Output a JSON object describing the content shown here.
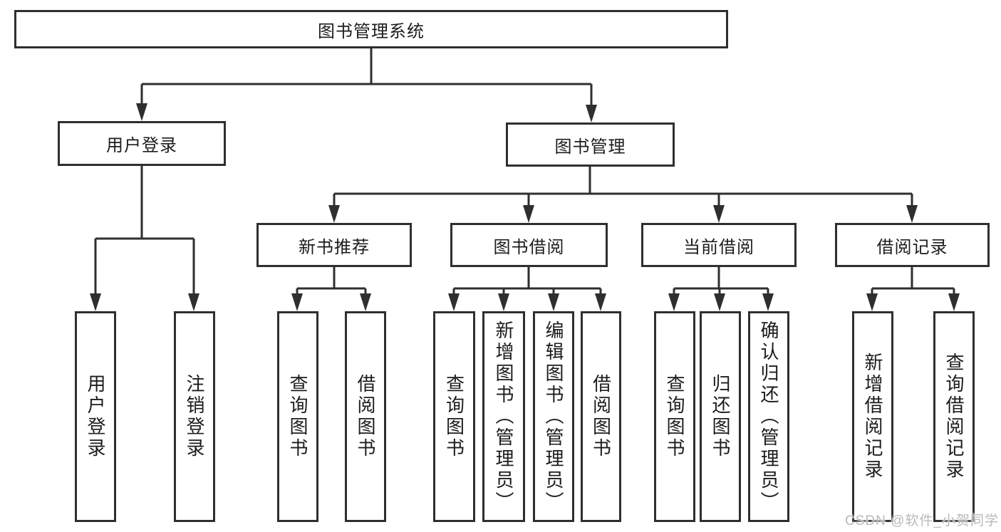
{
  "diagram_type": "hierarchy-tree",
  "tree": {
    "label": "图书管理系统",
    "children": [
      {
        "label": "用户登录",
        "children": [
          {
            "label": "用户登录"
          },
          {
            "label": "注销登录"
          }
        ]
      },
      {
        "label": "图书管理",
        "children": [
          {
            "label": "新书推荐",
            "children": [
              {
                "label": "查询图书"
              },
              {
                "label": "借阅图书"
              }
            ]
          },
          {
            "label": "图书借阅",
            "children": [
              {
                "label": "查询图书"
              },
              {
                "label": "新增图书（管理员）"
              },
              {
                "label": "编辑图书（管理员）"
              },
              {
                "label": "借阅图书"
              }
            ]
          },
          {
            "label": "当前借阅",
            "children": [
              {
                "label": "查询图书"
              },
              {
                "label": "归还图书"
              },
              {
                "label": "确认归还（管理员）"
              }
            ]
          },
          {
            "label": "借阅记录",
            "children": [
              {
                "label": "新增借阅记录"
              },
              {
                "label": "查询借阅记录"
              }
            ]
          }
        ]
      }
    ]
  },
  "watermark": {
    "text": "CSDN @软件_小贺同学"
  },
  "colors": {
    "line": "#2f2f2f",
    "box_border": "#2f2f2f",
    "text": "#1c1c1c",
    "watermark": "#b9b9b9",
    "background": "#ffffff"
  }
}
